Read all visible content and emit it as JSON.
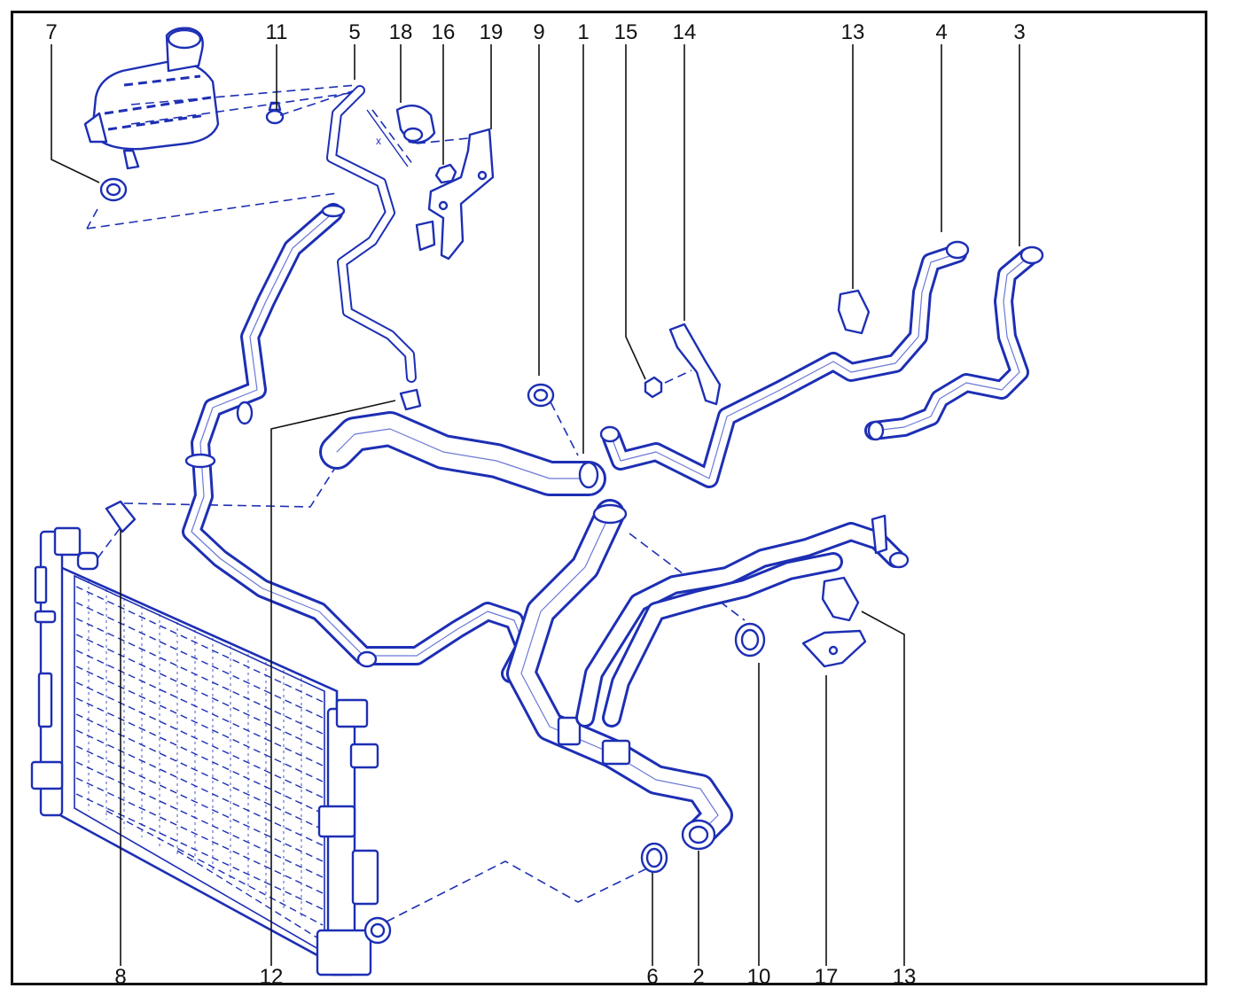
{
  "callouts": {
    "top": [
      "7",
      "11",
      "5",
      "18",
      "16",
      "19",
      "9",
      "1",
      "15",
      "14",
      "13",
      "4",
      "3"
    ],
    "bottom": [
      "8",
      "12",
      "6",
      "2",
      "10",
      "17",
      "13"
    ]
  },
  "colors": {
    "line_art": "#1d2fb4",
    "text": "#111111",
    "frame": "#111111",
    "background": "#ffffff"
  },
  "annotation": {
    "dimension_mark": "x"
  }
}
